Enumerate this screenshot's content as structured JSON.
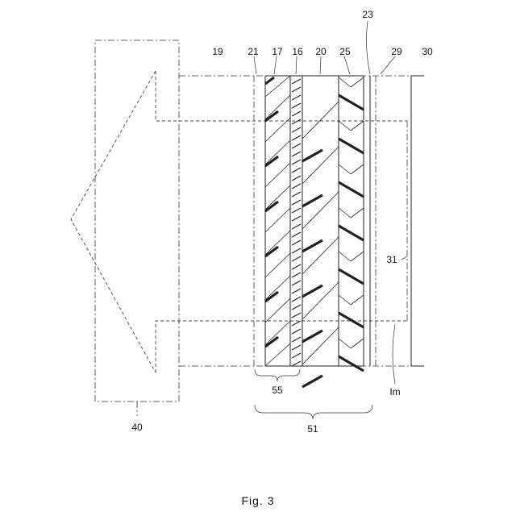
{
  "figure": {
    "caption": "Fig. 3",
    "labels": {
      "l19": "19",
      "l21": "21",
      "l17": "17",
      "l16": "16",
      "l20": "20",
      "l25": "25",
      "l23": "23",
      "l29": "29",
      "l30": "30",
      "l31": "31",
      "l40": "40",
      "l55": "55",
      "l51": "51",
      "lIm": "Im"
    },
    "colors": {
      "line": "#222222",
      "background": "#ffffff"
    }
  }
}
